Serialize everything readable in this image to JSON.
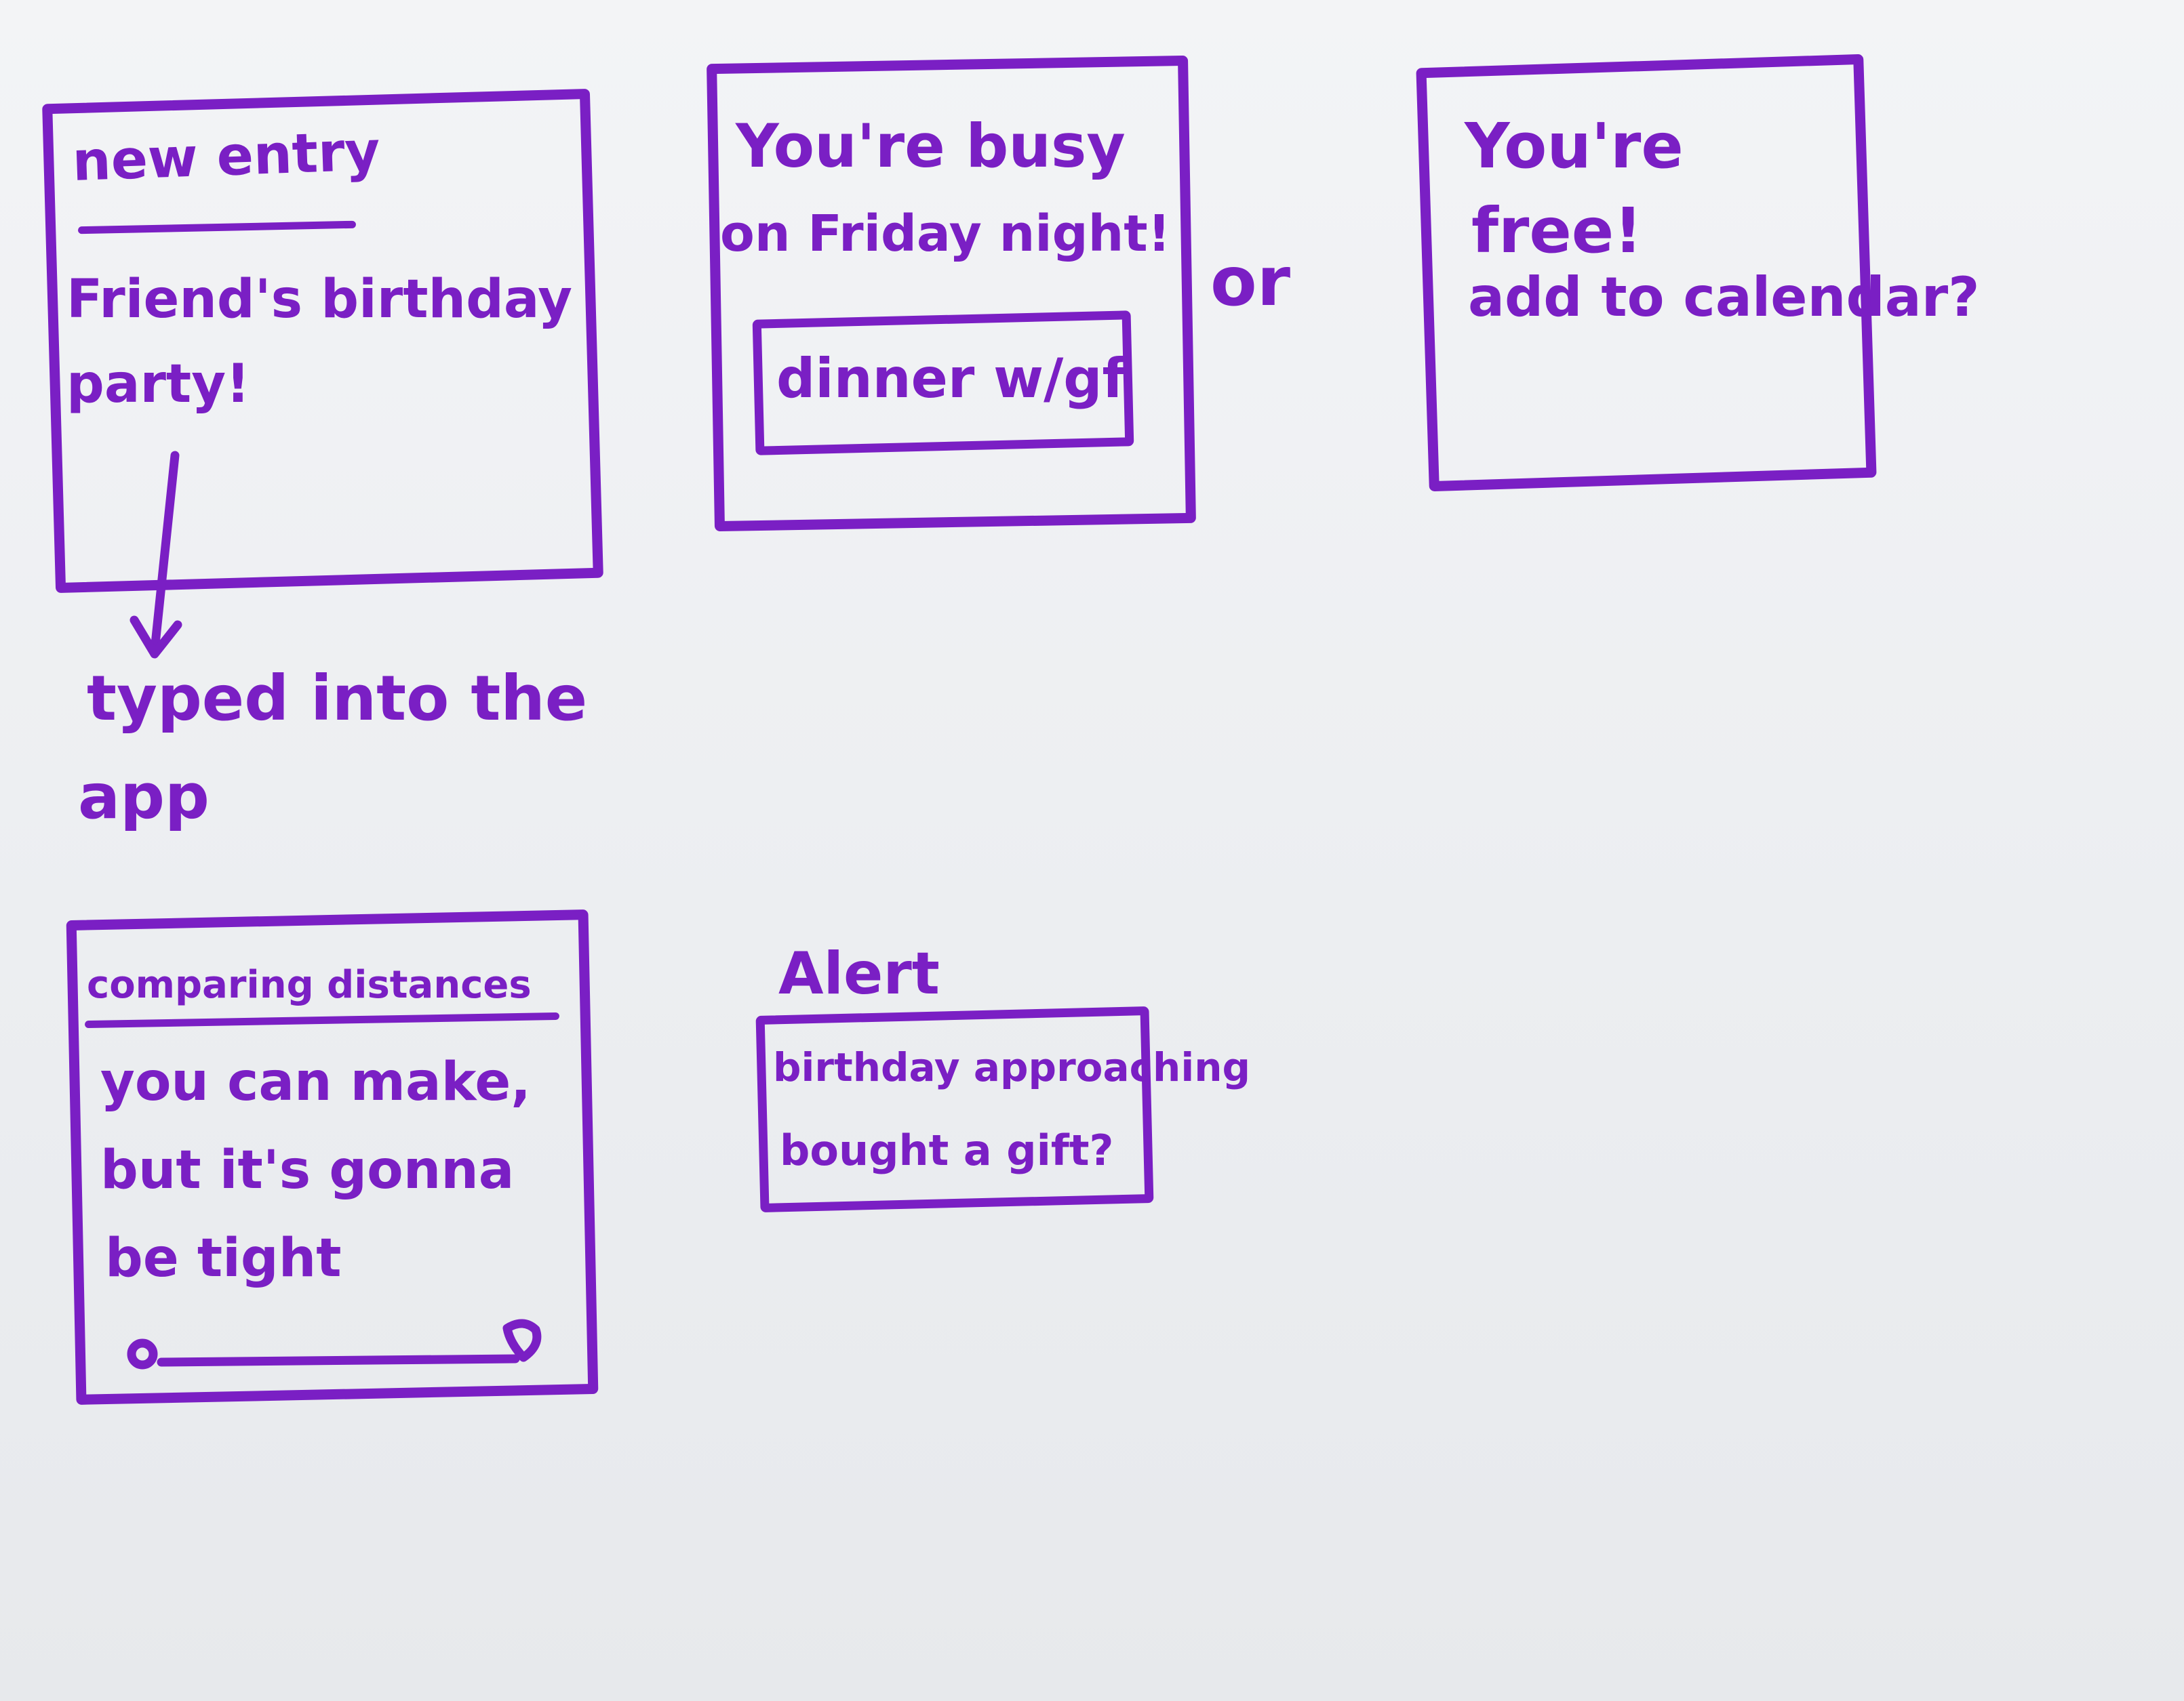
{
  "screens": {
    "new_entry": {
      "title": "new entry",
      "body_line1": "Friend's birthday",
      "body_line2": "party!"
    },
    "busy": {
      "line1": "You're busy",
      "line2": "on Friday night!",
      "button_label": "dinner w/gf"
    },
    "or_label": "or",
    "free": {
      "line1": "You're",
      "line2": "free!",
      "line3": "add to calendar?"
    },
    "typed_note": {
      "line1": "typed into the",
      "line2": "app"
    },
    "distances": {
      "title": "comparing distances",
      "line1": "you can make,",
      "line2": "but it's gonna",
      "line3": "be tight"
    },
    "alert": {
      "heading": "Alert",
      "line1": "birthday approaching",
      "line2": "bought a gift?"
    }
  },
  "colors": {
    "ink": "#7a1fc4",
    "paper": "#f0f1f3"
  }
}
